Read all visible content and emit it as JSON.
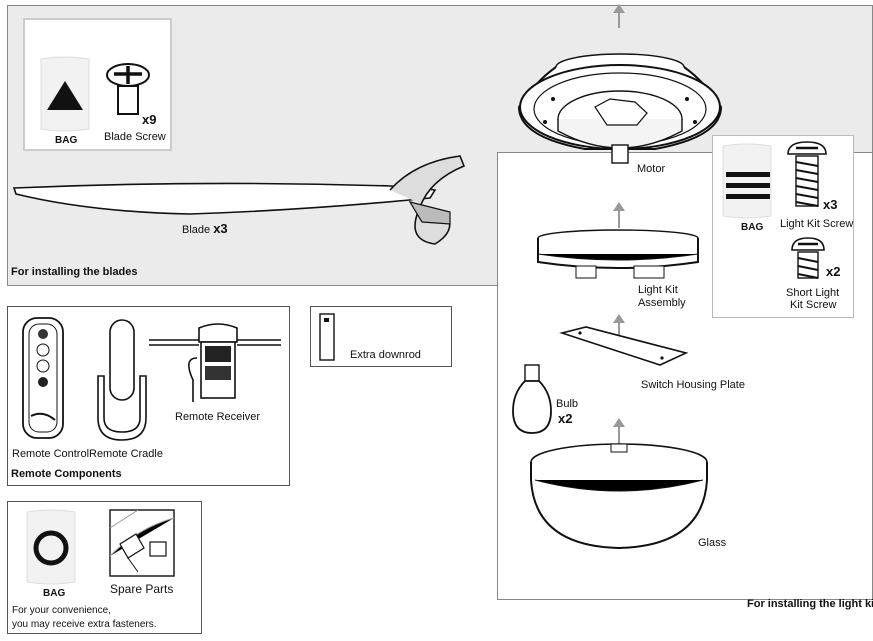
{
  "blades_panel": {
    "caption": "For installing the blades",
    "bag_label": "BAG",
    "screw_label": "Blade Screw",
    "screw_qty": "x9",
    "blade_label": "Blade",
    "blade_qty": "x3"
  },
  "light_panel": {
    "caption": "For installing the light kit",
    "motor_label": "Motor",
    "light_kit_label_1": "Light Kit",
    "light_kit_label_2": "Assembly",
    "switch_plate_label": "Switch Housing Plate",
    "bulb_label": "Bulb",
    "bulb_qty": "x2",
    "glass_label": "Glass",
    "bag_label": "BAG",
    "lk_screw_label": "Light Kit Screw",
    "lk_screw_qty": "x3",
    "short_screw_label_1": "Short Light",
    "short_screw_label_2": "Kit Screw",
    "short_screw_qty": "x2"
  },
  "remote_panel": {
    "caption": "Remote Components",
    "remote_control_label": "Remote Control",
    "remote_cradle_label": "Remote Cradle",
    "remote_receiver_label": "Remote Receiver"
  },
  "downrod_panel": {
    "label": "Extra downrod"
  },
  "spare_panel": {
    "bag_label": "BAG",
    "spare_label": "Spare Parts",
    "note_line_1": "For your convenience,",
    "note_line_2": "you may receive extra fasteners."
  }
}
